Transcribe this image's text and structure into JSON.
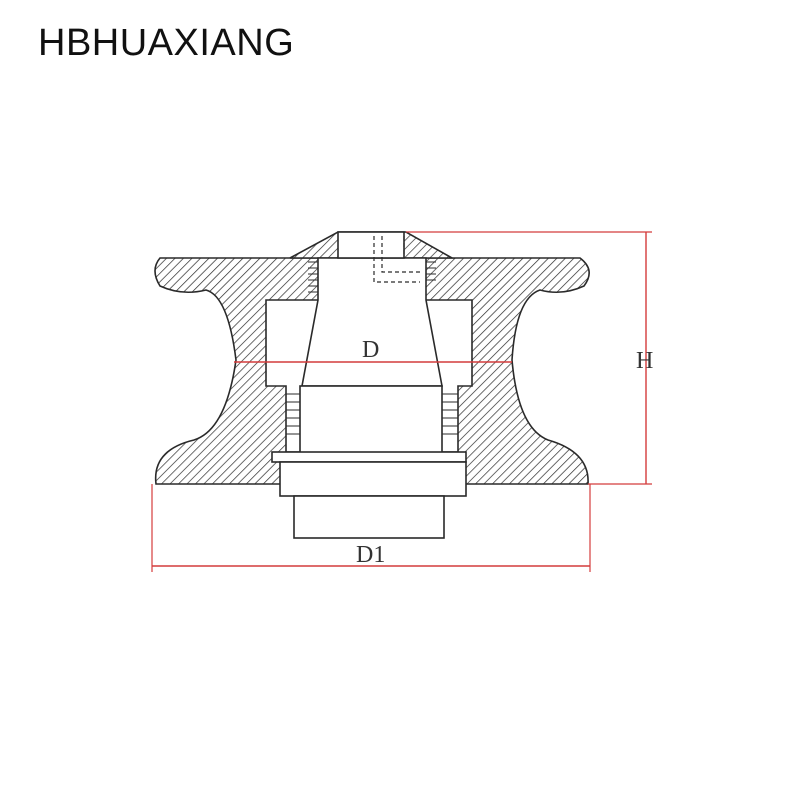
{
  "brand": {
    "text": "HBHUAXIANG"
  },
  "dimensions": {
    "d_label": "D",
    "d1_label": "D1",
    "h_label": "H"
  },
  "colors": {
    "line": "#2a2a2a",
    "dimension_line": "#d43c3c",
    "background": "#ffffff"
  }
}
